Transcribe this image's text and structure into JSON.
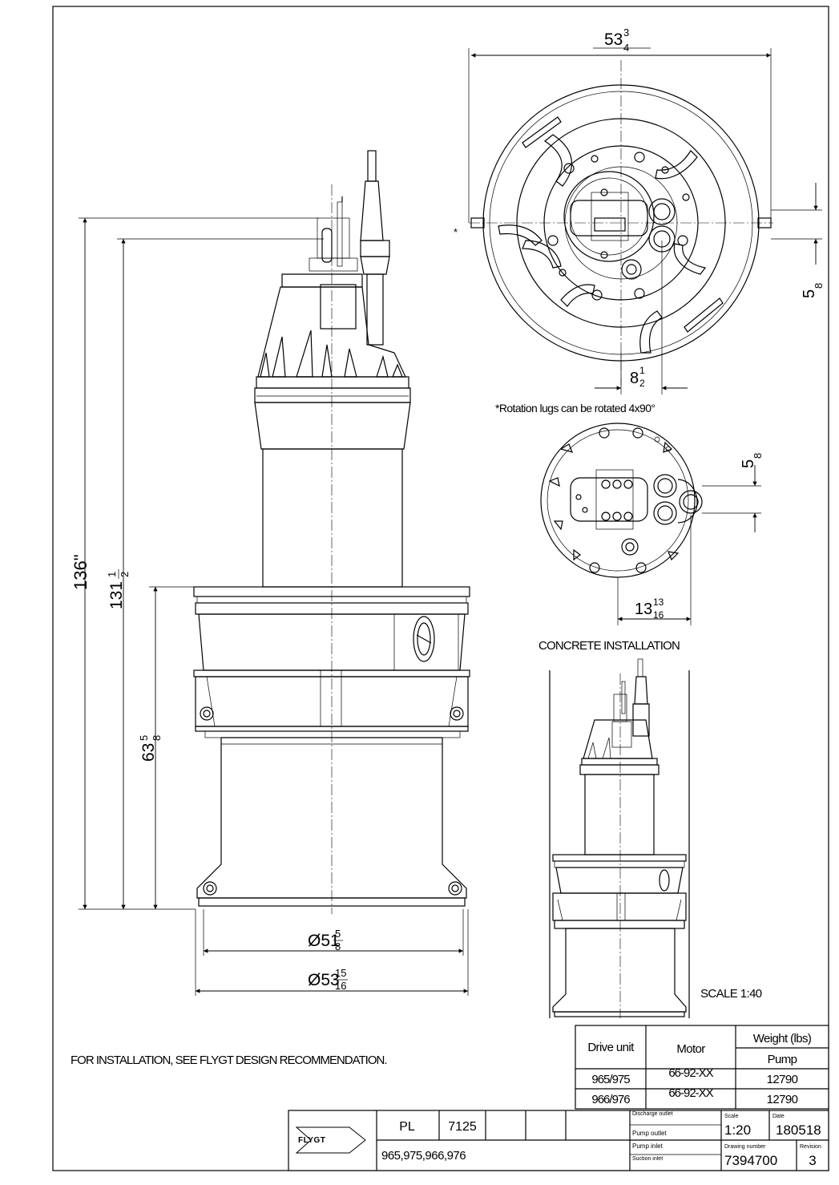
{
  "dimensions": {
    "top_width": {
      "whole": "53",
      "num": "3",
      "den": "4"
    },
    "lug_offset": {
      "whole": "5",
      "num": "",
      "den": "8"
    },
    "center_offset": {
      "whole": "8",
      "num": "1",
      "den": "2"
    },
    "small_offset": {
      "whole": "5",
      "num": "",
      "den": "8"
    },
    "outlet_offset": {
      "whole": "13",
      "num": "13",
      "den": "16"
    },
    "total_height": "136\"",
    "height_2": {
      "whole": "131",
      "num": "1",
      "den": "2"
    },
    "height_3": {
      "whole": "63",
      "num": "5",
      "den": "8"
    },
    "diameter_1": {
      "whole": "Ø51",
      "num": "5",
      "den": "8"
    },
    "diameter_2": {
      "whole": "Ø53",
      "num": "15",
      "den": "16"
    }
  },
  "labels": {
    "asterisk": "*",
    "rotation_note": "*Rotation lugs can be rotated 4x90°",
    "concrete_installation": "CONCRETE INSTALLATION",
    "scale_note": "SCALE 1:40",
    "installation_note": "FOR INSTALLATION, SEE FLYGT DESIGN RECOMMENDATION."
  },
  "weight_table": {
    "header_drive": "Drive unit",
    "header_motor": "Motor",
    "header_weight": "Weight (lbs)",
    "header_pump": "Pump",
    "rows": [
      {
        "drive": "965/975",
        "motor": "66-92-XX",
        "pump": "12790"
      },
      {
        "drive": "966/976",
        "motor": "66-92-XX",
        "pump": "12790"
      }
    ]
  },
  "title_block": {
    "logo_text": "FLYGT",
    "type_code": "PL",
    "model": "7125",
    "variants": "965,975,966,976",
    "discharge_outlet": "Discharge outlet",
    "pump_outlet": "Pump outlet",
    "pump_inlet": "Pump inlet",
    "suction_inlet": "Suction inlet",
    "scale_label": "Scale",
    "scale_value": "1:20",
    "date_label": "Date",
    "date_value": "180518",
    "drawing_number_label": "Drawing number",
    "drawing_number": "7394700",
    "revision_label": "Revision",
    "revision": "3"
  }
}
